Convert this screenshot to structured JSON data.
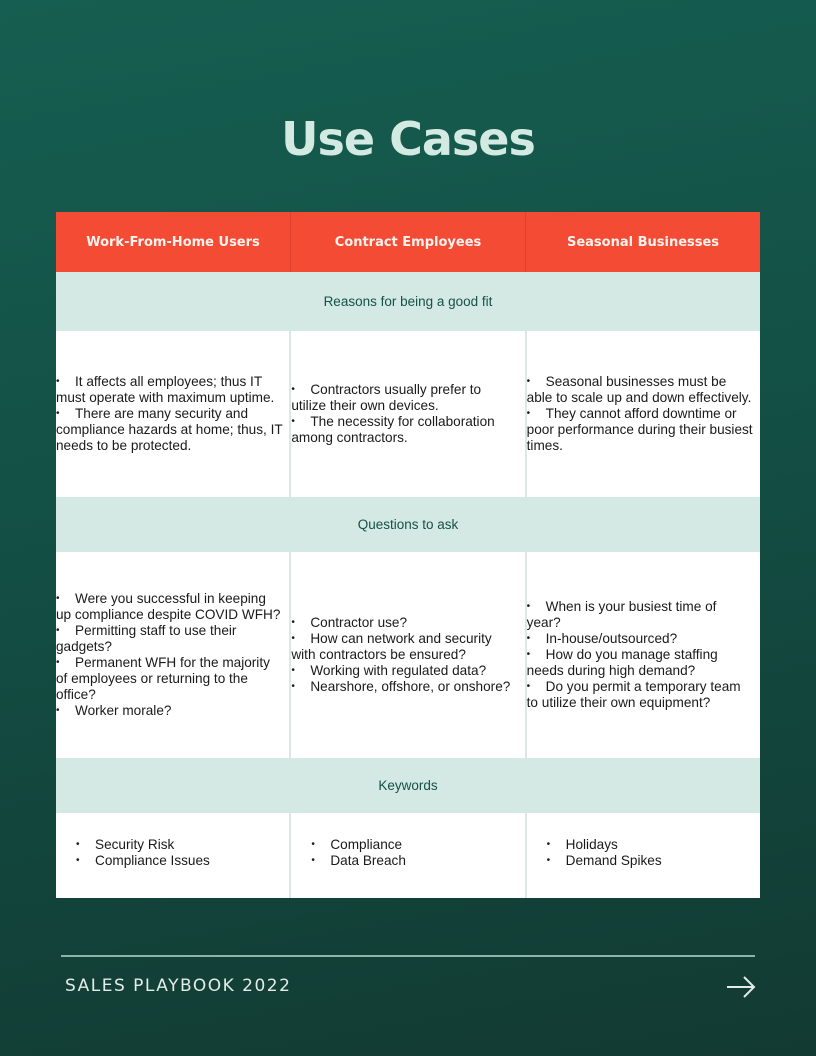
{
  "title": "Use Cases",
  "table": {
    "columns": [
      "Work-From-Home Users",
      "Contract Employees",
      "Seasonal Businesses"
    ],
    "sections": [
      {
        "label": "Reasons for being a good fit",
        "cells": [
          [
            "It affects all employees; thus IT must operate with maximum uptime.",
            "There are many security and compliance hazards at home; thus, IT needs to be protected."
          ],
          [
            "Contractors usually prefer to utilize their own devices.",
            "The necessity for collaboration among contractors."
          ],
          [
            "Seasonal businesses must be able to scale up and down effectively.",
            "They cannot afford downtime or poor performance during their busiest times."
          ]
        ]
      },
      {
        "label": "Questions to ask",
        "cells": [
          [
            "Were you successful in keeping up compliance despite COVID WFH?",
            "Permitting staff to use their gadgets?",
            "Permanent WFH for the majority of employees or returning to the office?",
            "Worker morale?"
          ],
          [
            "Contractor use?",
            "How can network and security with contractors be ensured?",
            "Working with regulated data?",
            "Nearshore, offshore, or onshore?"
          ],
          [
            "When is your busiest time of year?",
            "In-house/outsourced?",
            "How do you manage staffing needs during high demand?",
            "Do you permit a temporary team to utilize their own equipment?"
          ]
        ]
      },
      {
        "label": "Keywords",
        "cells": [
          [
            "Security Risk",
            "Compliance Issues"
          ],
          [
            "Compliance",
            "Data Breach"
          ],
          [
            "Holidays",
            "Demand Spikes"
          ]
        ]
      }
    ]
  },
  "footer": {
    "text": "SALES PLAYBOOK 2022",
    "next_icon": "arrow-right-icon"
  },
  "colors": {
    "background_top": "#165e51",
    "background_bottom": "#123a32",
    "title": "#d3eae3",
    "header": "#f44b35",
    "band": "#d4e9e3",
    "band_text": "#155245"
  }
}
